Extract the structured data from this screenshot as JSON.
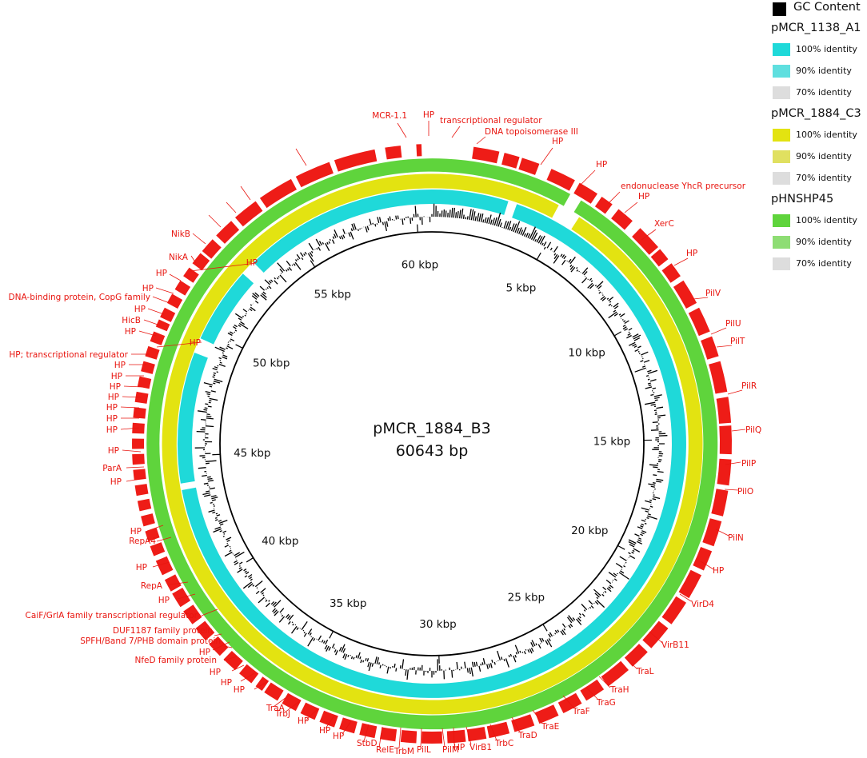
{
  "center": {
    "name": "pMCR_1884_B3",
    "size": "60643 bp"
  },
  "total_bp": 60643,
  "kbp_labels": [
    "5 kbp",
    "10 kbp",
    "15 kbp",
    "20 kbp",
    "25 kbp",
    "30 kbp",
    "35 kbp",
    "40 kbp",
    "45 kbp",
    "50 kbp",
    "55 kbp",
    "60 kbp"
  ],
  "legend": {
    "gc": {
      "label": "GC Content",
      "color": "#000000"
    },
    "groups": [
      {
        "title": "pMCR_1138_A1",
        "items": [
          {
            "label": "100% identity",
            "color": "#1fd9d9"
          },
          {
            "label": "90% identity",
            "color": "#5fdfdf"
          },
          {
            "label": "70% identity",
            "color": "#dddddd"
          }
        ]
      },
      {
        "title": "pMCR_1884_C3",
        "items": [
          {
            "label": "100% identity",
            "color": "#e3e311"
          },
          {
            "label": "90% identity",
            "color": "#e0e060"
          },
          {
            "label": "70% identity",
            "color": "#dddddd"
          }
        ]
      },
      {
        "title": "pHNSHP45",
        "items": [
          {
            "label": "100% identity",
            "color": "#5fd43c"
          },
          {
            "label": "90% identity",
            "color": "#8edd74"
          },
          {
            "label": "70% identity",
            "color": "#dddddd"
          }
        ]
      }
    ]
  },
  "colors": {
    "gene": "#ee1c17",
    "label": "#e8150f",
    "ring_cyan": "#1fd9d9",
    "ring_yellow": "#e3e311",
    "ring_green": "#5fd43c"
  },
  "gene_labels": [
    "MCR-1.1",
    "HP",
    "transcriptional regulator",
    "DNA topoisomerase III",
    "HP",
    "HP",
    "endonuclease YhcR precursor",
    "HP",
    "XerC",
    "HP",
    "PilV",
    "PilU",
    "PilT",
    "PilR",
    "PilQ",
    "PilP",
    "PilO",
    "PilN",
    "HP",
    "VirD4",
    "VirB11",
    "TraL",
    "TraH",
    "TraG",
    "TraF",
    "TraE",
    "TraD",
    "TrbC",
    "VirB1",
    "HP",
    "PilM",
    "PilL",
    "TrbM",
    "RelE",
    "StbD",
    "HP",
    "HP",
    "HP",
    "TrbJ",
    "TraA",
    "HP",
    "HP",
    "HP",
    "NfeD family protein",
    "SPFH/Band 7/PHB domain protein",
    "DUF1187 family protein",
    "CaiF/GrlA family transcriptional regulator",
    "HP",
    "HP",
    "RepA",
    "HP",
    "RepA4",
    "HP",
    "HP",
    "ParA",
    "HP",
    "HP",
    "HP",
    "HP",
    "HP",
    "HP",
    "HP",
    "HP",
    "HP; transcriptional regulator",
    "HP",
    "HP",
    "HicB",
    "HP",
    "DNA-binding protein, CopG family",
    "HP",
    "HP",
    "HP",
    "NikA",
    "NikB"
  ]
}
